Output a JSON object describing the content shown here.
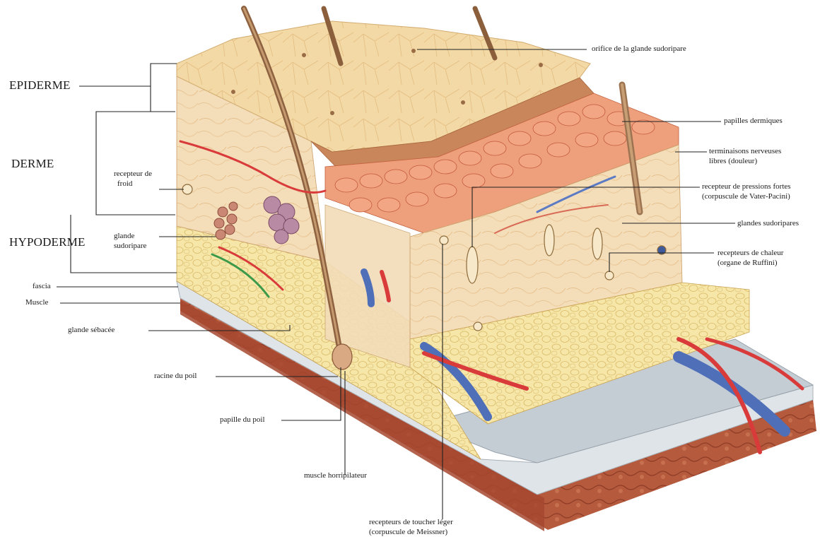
{
  "layers": {
    "epiderme": "EPIDERME",
    "derme": "DERME",
    "hypoderme": "HYPODERME",
    "fascia": "fascia",
    "muscle": "Muscle"
  },
  "labels": {
    "orifice_glande": "orifice de la glande sudoripare",
    "papilles_dermiques": "papilles dermiques",
    "terminaisons_1": "terminaisons nerveuses",
    "terminaisons_2": "libres (douleur)",
    "pressions_1": "recepteur de pressions fortes",
    "pressions_2": "(corpuscule de Vater-Pacini)",
    "glandes_sudoripares": "glandes sudoripares",
    "chaleur_1": "recepteurs de chaleur",
    "chaleur_2": "(organe de Ruffini)",
    "froid_1": "recepteur de",
    "froid_2": "froid",
    "glande_sudoripare_1": "glande",
    "glande_sudoripare_2": "sudoripare",
    "glande_sebacee": "glande sébacée",
    "racine_poil": "racine du poil",
    "papille_poil": "papille du poil",
    "muscle_horripilateur": "muscle horripilateur",
    "toucher_1": "recepteurs de toucher léger",
    "toucher_2": "(corpuscule de Meissner)"
  },
  "colors": {
    "epidermis": "#f2d7a4",
    "dermis": "#f3d9b4",
    "papillae": "#e8805e",
    "fat": "#f5e6a3",
    "fascia": "#cfd6dc",
    "muscle": "#b8553b",
    "artery": "#d93b3b",
    "vein": "#4f6fb8",
    "hair": "#9a6b45",
    "leader": "#222222"
  }
}
